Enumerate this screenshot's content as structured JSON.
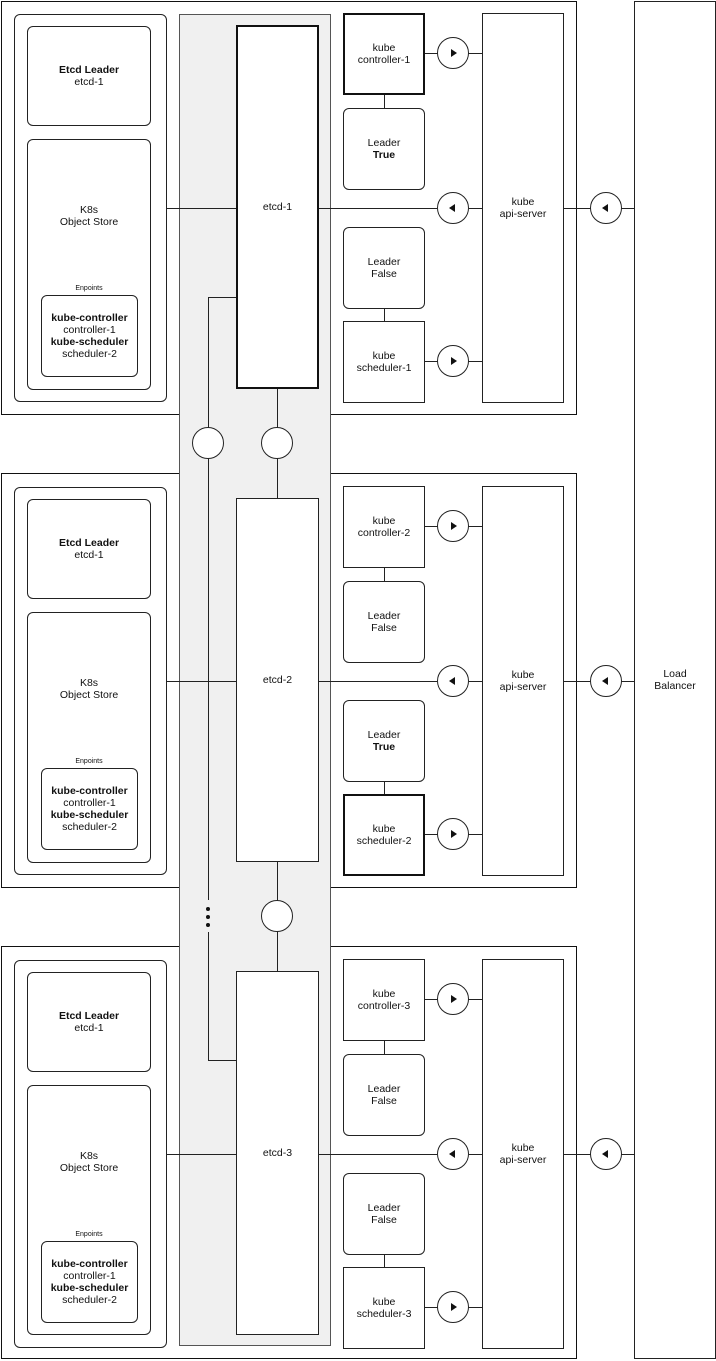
{
  "nodes": [
    {
      "etcd_leader_title": "Etcd Leader",
      "etcd_leader_value": "etcd-1",
      "object_store_line1": "K8s",
      "object_store_line2": "Object Store",
      "endpoints_label": "Enpoints",
      "endpoints": {
        "controller_title": "kube-controller",
        "controller_value": "controller-1",
        "scheduler_title": "kube-scheduler",
        "scheduler_value": "scheduler-2"
      },
      "etcd_label": "etcd-1",
      "controller_line1": "kube",
      "controller_line2": "controller-1",
      "controller_leader_label": "Leader",
      "controller_leader_value": "True",
      "scheduler_leader_label": "Leader",
      "scheduler_leader_value": "False",
      "scheduler_line1": "kube",
      "scheduler_line2": "scheduler-1",
      "api_line1": "kube",
      "api_line2": "api-server"
    },
    {
      "etcd_leader_title": "Etcd Leader",
      "etcd_leader_value": "etcd-1",
      "object_store_line1": "K8s",
      "object_store_line2": "Object Store",
      "endpoints_label": "Enpoints",
      "endpoints": {
        "controller_title": "kube-controller",
        "controller_value": "controller-1",
        "scheduler_title": "kube-scheduler",
        "scheduler_value": "scheduler-2"
      },
      "etcd_label": "etcd-2",
      "controller_line1": "kube",
      "controller_line2": "controller-2",
      "controller_leader_label": "Leader",
      "controller_leader_value": "False",
      "scheduler_leader_label": "Leader",
      "scheduler_leader_value": "True",
      "scheduler_line1": "kube",
      "scheduler_line2": "scheduler-2",
      "api_line1": "kube",
      "api_line2": "api-server"
    },
    {
      "etcd_leader_title": "Etcd Leader",
      "etcd_leader_value": "etcd-1",
      "object_store_line1": "K8s",
      "object_store_line2": "Object Store",
      "endpoints_label": "Enpoints",
      "endpoints": {
        "controller_title": "kube-controller",
        "controller_value": "controller-1",
        "scheduler_title": "kube-scheduler",
        "scheduler_value": "scheduler-2"
      },
      "etcd_label": "etcd-3",
      "controller_line1": "kube",
      "controller_line2": "controller-3",
      "controller_leader_label": "Leader",
      "controller_leader_value": "False",
      "scheduler_leader_label": "Leader",
      "scheduler_leader_value": "False",
      "scheduler_line1": "kube",
      "scheduler_line2": "scheduler-3",
      "api_line1": "kube",
      "api_line2": "api-server"
    }
  ],
  "load_balancer": {
    "line1": "Load",
    "line2": "Balancer"
  },
  "icons": {
    "arrow_right": "play-right-icon",
    "arrow_left": "play-left-icon"
  }
}
